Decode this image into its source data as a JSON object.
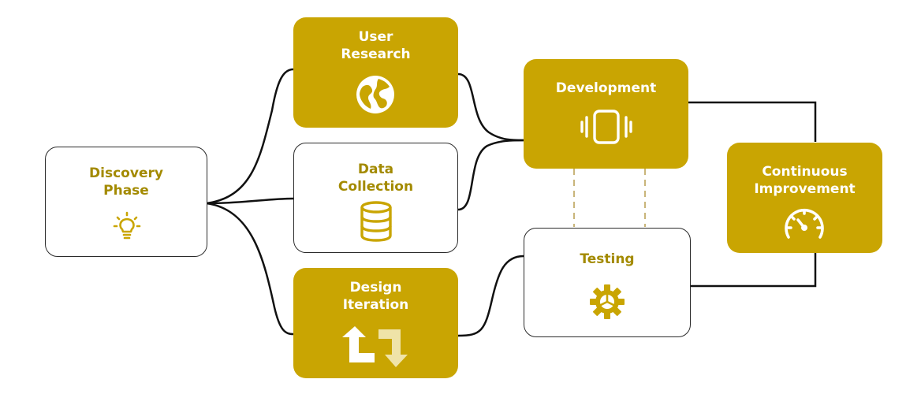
{
  "diagram": {
    "colors": {
      "gold": "#C9A502",
      "gold_text": "#A38A00",
      "line": "#111111",
      "dashed": "#C9B57A"
    },
    "nodes": {
      "discovery": {
        "label": "Discovery\nPhase",
        "icon": "lightbulb-icon"
      },
      "user_research": {
        "label": "User\nResearch",
        "icon": "globe-icon"
      },
      "data_collection": {
        "label": "Data\nCollection",
        "icon": "database-icon"
      },
      "design_iteration": {
        "label": "Design\nIteration",
        "icon": "repeat-arrows-icon"
      },
      "development": {
        "label": "Development",
        "icon": "vibrate-device-icon"
      },
      "testing": {
        "label": "Testing",
        "icon": "gear-icon"
      },
      "continuous": {
        "label": "Continuous\nImprovement",
        "icon": "speedometer-icon"
      }
    }
  }
}
